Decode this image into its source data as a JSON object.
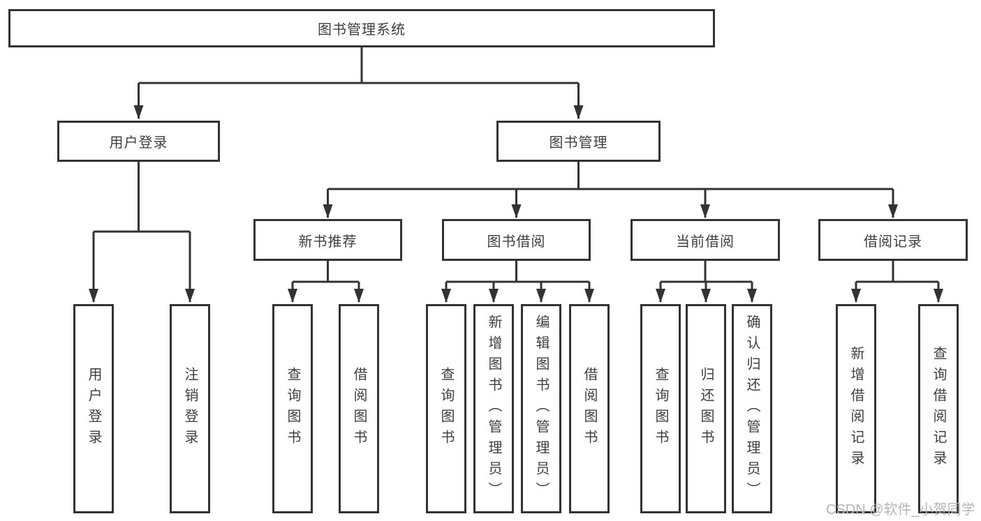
{
  "style": {
    "line_color": "#333333",
    "text_color": "#3f3f3f",
    "watermark_color": "#b5b5b5",
    "background": "#ffffff"
  },
  "watermark": {
    "text": "CSDN @软件_小贺同学"
  },
  "tree": {
    "label": "图书管理系统",
    "children": [
      {
        "label": "用户登录",
        "children": [
          {
            "label": "用户登录"
          },
          {
            "label": "注销登录"
          }
        ]
      },
      {
        "label": "图书管理",
        "children": [
          {
            "label": "新书推荐",
            "children": [
              {
                "label": "查询图书"
              },
              {
                "label": "借阅图书"
              }
            ]
          },
          {
            "label": "图书借阅",
            "children": [
              {
                "label": "查询图书"
              },
              {
                "label": "新增图书（管理员）"
              },
              {
                "label": "编辑图书（管理员）"
              },
              {
                "label": "借阅图书"
              }
            ]
          },
          {
            "label": "当前借阅",
            "children": [
              {
                "label": "查询图书"
              },
              {
                "label": "归还图书"
              },
              {
                "label": "确认归还（管理员）"
              }
            ]
          },
          {
            "label": "借阅记录",
            "children": [
              {
                "label": "新增借阅记录"
              },
              {
                "label": "查询借阅记录"
              }
            ]
          }
        ]
      }
    ]
  }
}
